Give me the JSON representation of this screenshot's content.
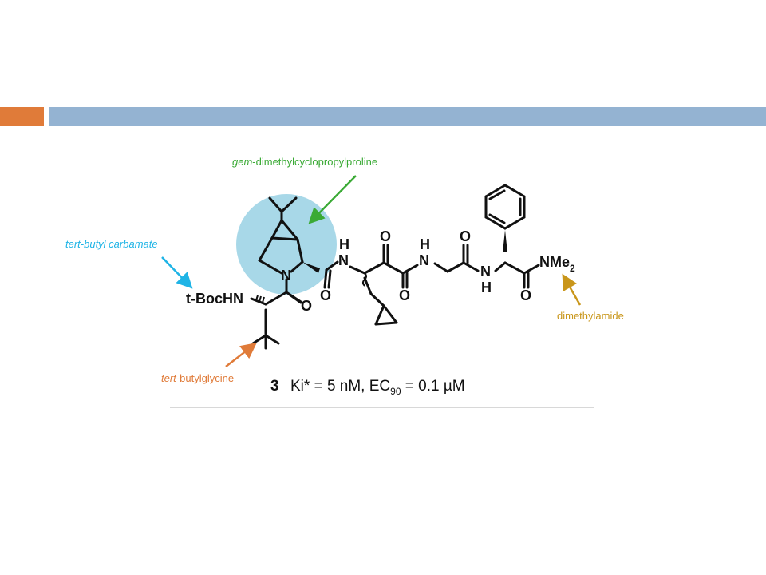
{
  "slide": {
    "accent_color": "#e07b39",
    "bar_color": "#94b3d2"
  },
  "annotations": {
    "gem_prefix": "gem",
    "gem_rest": "-dimethylcyclopropylproline",
    "tert_butyl_carbamate": "tert-butyl carbamate",
    "tert_butylglycine_prefix": "tert",
    "tert_butylglycine_rest": "-butylglycine",
    "dimethylamide": "dimethylamide",
    "colors": {
      "gem": "#3aaa35",
      "carbamate": "#1fb4e6",
      "glycine": "#e07b39",
      "amide": "#c9961a"
    }
  },
  "structure": {
    "boc_label": "t-BocHN",
    "atoms": {
      "n_ring": "N",
      "nh_top": "N",
      "h_top": "H",
      "nh_mid": "N",
      "h_mid": "H",
      "nh_low": "N",
      "h_low": "H",
      "nme2_main": "NMe",
      "nme2_sub": "2",
      "o": "O"
    },
    "caption_compound": "3",
    "caption_ki": "Ki* = 5 nM, EC",
    "caption_sub": "90",
    "caption_ec": " = 0.1 µM"
  }
}
